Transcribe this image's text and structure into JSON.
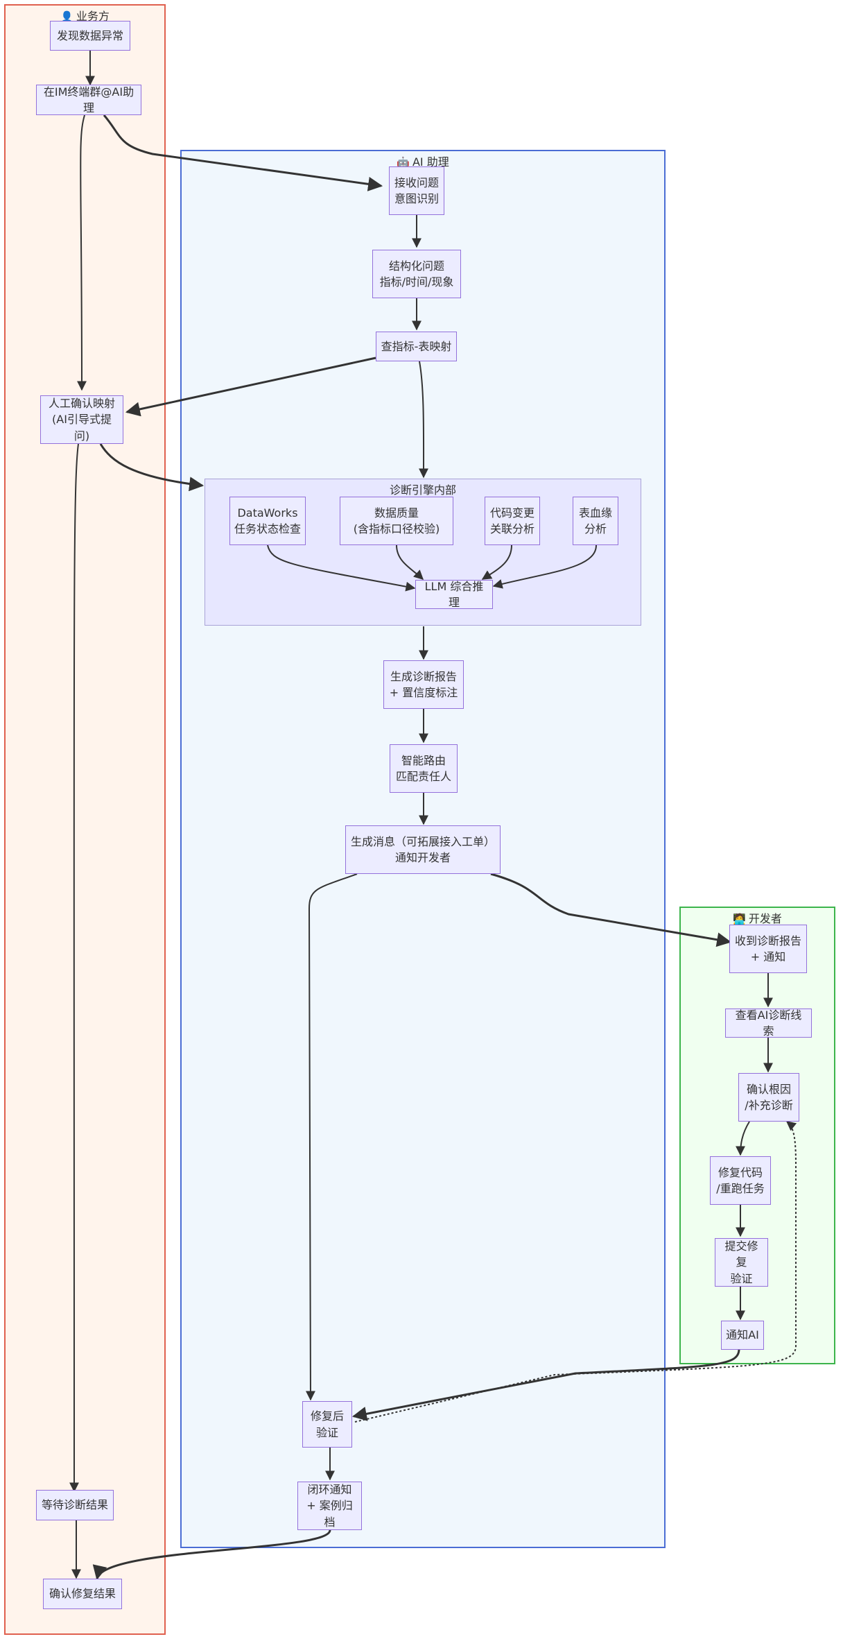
{
  "lanes": {
    "business": {
      "title": "业务方",
      "icon": "user-icon",
      "fill": "#FFF4EC",
      "stroke": "#E0604E"
    },
    "ai": {
      "title": "AI 助理",
      "icon": "robot-icon",
      "fill": "#F0F7FD",
      "stroke": "#4A6CD4"
    },
    "dev": {
      "title": "开发者",
      "icon": "developer-icon",
      "fill": "#F0FFF0",
      "stroke": "#3CB44B"
    }
  },
  "subgraph": {
    "title": "诊断引擎内部"
  },
  "nodes": {
    "find_anomaly": "发现数据异常",
    "at_ai": "在IM终端群@AI助理",
    "confirm_mapping": "人工确认映射\n(AI引导式提问)",
    "wait_result": "等待诊断结果",
    "confirm_fix": "确认修复结果",
    "receive_question": "接收问题\n意图识别",
    "structure_question": "结构化问题\n指标/时间/现象",
    "lookup_mapping": "查指标-表映射",
    "dataworks_check": "DataWorks\n任务状态检查",
    "data_quality": "数据质量\n(含指标口径校验)",
    "code_change": "代码变更\n关联分析",
    "lineage": "表血缘\n分析",
    "llm_reasoning": "LLM 综合推理",
    "gen_report": "生成诊断报告\n+ 置信度标注",
    "smart_routing": "智能路由\n匹配责任人",
    "gen_message": "生成消息（可拓展接入工单）\n通知开发者",
    "post_fix_verify": "修复后\n验证",
    "close_loop": "闭环通知\n+ 案例归档",
    "receive_report": "收到诊断报告\n+ 通知",
    "view_clues": "查看AI诊断线索",
    "confirm_root_cause": "确认根因\n/补充诊断",
    "fix_code": "修复代码\n/重跑任务",
    "submit_fix": "提交修复\n验证",
    "notify_ai": "通知AI"
  }
}
